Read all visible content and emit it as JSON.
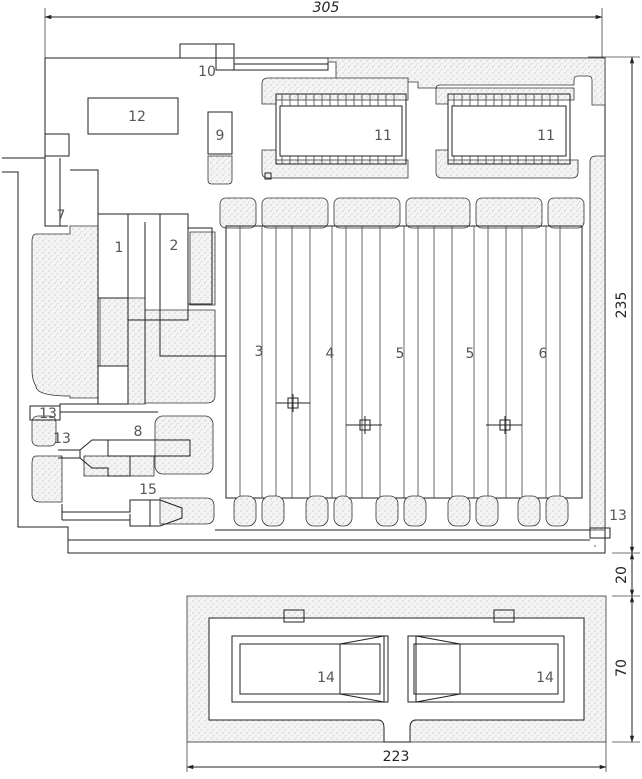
{
  "dimensions": {
    "top_width": "305",
    "right_height": "235",
    "gap": "20",
    "lower_height": "70",
    "bottom_width": "223"
  },
  "labels": {
    "n1": "1",
    "n2": "2",
    "n3": "3",
    "n4": "4",
    "n5a": "5",
    "n5b": "5",
    "n6": "6",
    "n7": "7",
    "n8": "8",
    "n9": "9",
    "n10": "10",
    "n11a": "11",
    "n11b": "11",
    "n12": "12",
    "n13a": "13",
    "n13b": "13",
    "n13c": "13",
    "n14a": "14",
    "n14b": "14",
    "n15": "15"
  }
}
